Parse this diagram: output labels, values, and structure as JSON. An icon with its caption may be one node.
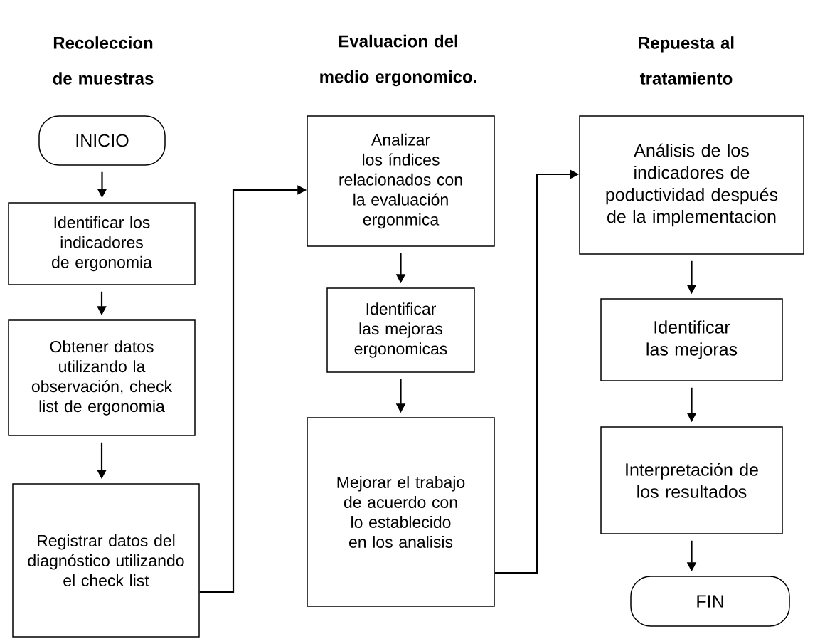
{
  "diagram": {
    "nodes": [
      {
        "text": [
          "INICIO"
        ]
      },
      {
        "text": [
          "Identificar los indicadores de ergonomia"
        ]
      },
      {
        "text": [
          "Obtener datos utilizando la observación, check list de ergonomia"
        ]
      },
      {
        "text": [
          "Registrar datos del diagnóstico utilizando el check list"
        ]
      },
      {
        "text": [
          "Analizar los índices relacionados con la evaluación ergonmica"
        ]
      },
      {
        "text": [
          "Identificar las mejoras ergonomicas"
        ]
      },
      {
        "text": [
          "Mejorar el trabajo de acuerdo con lo establecido en los analisis"
        ]
      },
      {
        "text": [
          "Análisis de los indicadores de poductividad después de la implementacion"
        ]
      },
      {
        "text": [
          "Identificar las mejoras"
        ]
      },
      {
        "text": [
          "Interpretación de los resultados"
        ]
      },
      {
        "text": [
          "FIN"
        ]
      }
    ],
    "edges": [
      {
        "from": 0,
        "to": 1,
        "arrow": "to"
      },
      {
        "from": 1,
        "to": 2,
        "arrow": "to"
      },
      {
        "from": 2,
        "to": 3,
        "arrow": "to"
      },
      {
        "from": 3,
        "to": 4,
        "arrow": "to"
      },
      {
        "from": 4,
        "to": 5,
        "arrow": "to"
      },
      {
        "from": 5,
        "to": 6,
        "arrow": "to"
      },
      {
        "from": 6,
        "to": 7,
        "arrow": "to"
      },
      {
        "from": 7,
        "to": 8,
        "arrow": "to"
      },
      {
        "from": 8,
        "to": 9,
        "arrow": "to"
      },
      {
        "from": 9,
        "to": 10,
        "arrow": "to"
      }
    ],
    "labels": [
      "Recoleccion de muestras",
      "Evaluacion del medio ergonomico.",
      "Repuesta al tratamiento"
    ]
  }
}
